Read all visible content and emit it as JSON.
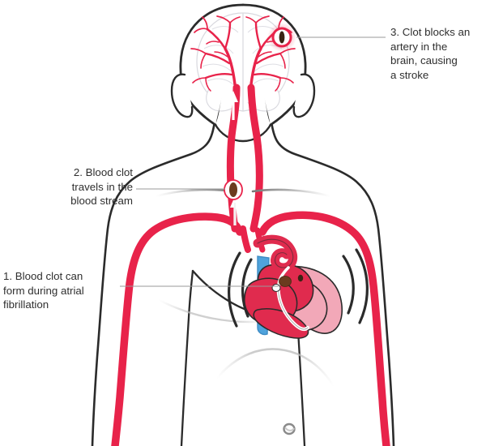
{
  "diagram": {
    "title": "How atrial fibrillation causes a stroke",
    "subject": "Human upper body with arteries, heart and brain"
  },
  "callouts": [
    {
      "number": "1",
      "id": "callout-blood-clot-formation",
      "text": "1. Blood clot can\nform during atrial\nfibrillation",
      "target": "heart"
    },
    {
      "number": "2",
      "id": "callout-clot-travels",
      "text": "2. Blood clot\ntravels in the\nblood stream",
      "target": "carotid-artery"
    },
    {
      "number": "3",
      "id": "callout-clot-blocks-artery",
      "text": "3. Clot blocks an\nartery in the\nbrain, causing\na stroke",
      "target": "brain"
    }
  ],
  "anatomy": {
    "body_label": "Upper body outline",
    "head_label": "Head",
    "brain_label": "Brain",
    "heart_label": "Heart",
    "carotid_label": "Carotid artery",
    "aorta_label": "Aorta",
    "subclavian_label": "Subclavian artery",
    "vena_cava_label": "Vena cava",
    "navel_label": "Navel",
    "ribcage_label": "Rib cage",
    "clavicle_label": "Collarbone"
  },
  "markers": {
    "clot_brain_label": "Clot in brain artery",
    "clot_neck_label": "Clot travelling in carotid artery",
    "clot_heart_label": "Clot forming in atrium",
    "flow_arrow_label": "Blood flow direction arrow",
    "fibrillation_label": "Fibrillation vibration lines"
  },
  "colors": {
    "artery": "#E8234A",
    "artery_dark": "#D81E45",
    "heart_pink": "#F2A8B8",
    "heart_red": "#E02B4E",
    "vein_blue": "#4FA3DC",
    "clot": "#6B3B1E",
    "outline": "#2B2B2B",
    "faint": "#BDBDBD",
    "text": "#2f2f2f",
    "background": "#FFFFFF",
    "leader": "#9A9A9A"
  }
}
